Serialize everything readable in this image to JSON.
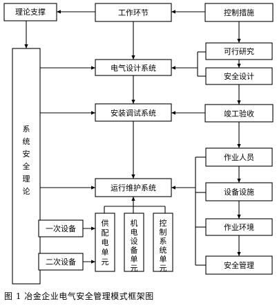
{
  "nodes": {
    "theory_support": "理论支撑",
    "work_link": "工作环节",
    "control_measures": "控制措施",
    "feasibility_study": "可行研究",
    "electrical_design": "电气设计系统",
    "safety_design": "安全设计",
    "install_debug": "安装调试系统",
    "completion_acceptance": "竣工验收",
    "system_safety_theory": "系统安全理论",
    "personnel": "作业人员",
    "operation_maintenance": "运行维护系统",
    "equipment_facilities": "设备设施",
    "primary_equipment_1": "一次设备",
    "power_supply_unit": "供配电单元",
    "electromech_unit": "机电设备单元",
    "control_system_unit": "控制系统单元",
    "work_environment": "作业环境",
    "primary_equipment_2": "二次设备",
    "safety_management": "安全管理"
  },
  "caption": "图 1  冶金企业电气安全管理模式框架图"
}
